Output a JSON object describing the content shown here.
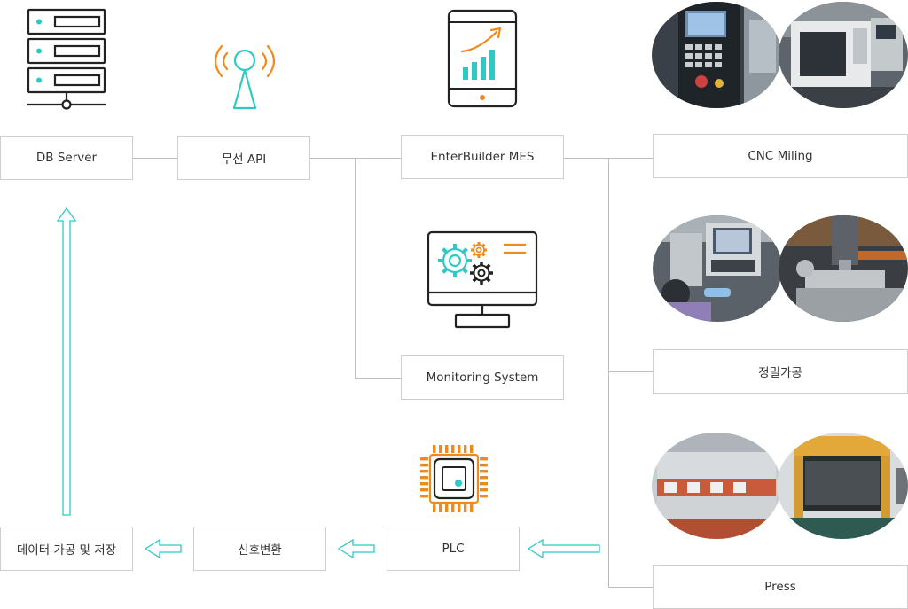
{
  "nodes": {
    "db_server": "DB Server",
    "wireless_api": "무선 API",
    "mes": "EnterBuilder MES",
    "monitoring": "Monitoring System",
    "cnc": "CNC Miling",
    "precision": "정밀가공",
    "press": "Press",
    "plc": "PLC",
    "signal": "신호변환",
    "data_store": "데이터 가공 및 저장"
  },
  "icons": {
    "server": "server-rack-icon",
    "antenna": "wireless-antenna-icon",
    "tablet": "tablet-growth-chart-icon",
    "monitor": "monitor-gears-icon",
    "chip": "plc-chip-icon"
  },
  "colors": {
    "accent_teal": "#2ec9c4",
    "accent_orange": "#f08a1c",
    "outline_dark": "#222222",
    "connector": "#bdbdbd",
    "box_border": "#cfcfcf"
  }
}
